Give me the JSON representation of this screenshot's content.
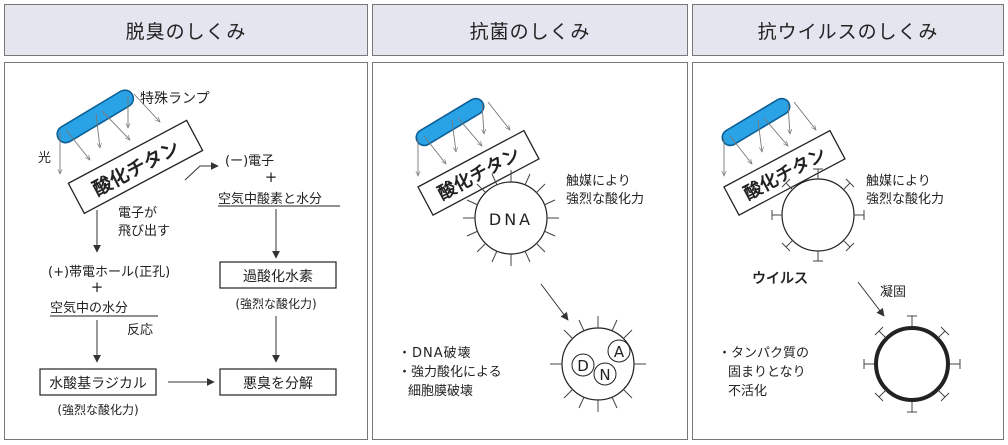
{
  "headers": [
    "脱臭のしくみ",
    "抗菌のしくみ",
    "抗ウイルスのしくみ"
  ],
  "deodor": {
    "lamp_label": "特殊ランプ",
    "light_label": "光",
    "tio2_label": "酸化チタン",
    "electron_label": "(ー)電子",
    "plus": "+",
    "air_o2_water": "空気中酸素と水分",
    "h2o2": "過酸化水素",
    "h2o2_note": "(強烈な酸化力)",
    "electron_out_1": "電子が",
    "electron_out_2": "飛び出す",
    "hole": "(+)帯電ホール(正孔)",
    "air_water": "空気中の水分",
    "reaction": "反応",
    "oh_radical": "水酸基ラジカル",
    "oh_note": "(強烈な酸化力)",
    "decompose": "悪臭を分解"
  },
  "antibac": {
    "tio2_label": "酸化チタン",
    "catalyst_1": "触媒により",
    "catalyst_2": "強烈な酸化力",
    "dna": "DNA",
    "letters": [
      "D",
      "N",
      "A"
    ],
    "result_1": "・DNA破壊",
    "result_2": "・強力酸化による",
    "result_3": "細胞膜破壊"
  },
  "antivirus": {
    "tio2_label": "酸化チタン",
    "catalyst_1": "触媒により",
    "catalyst_2": "強烈な酸化力",
    "virus": "ウイルス",
    "coag": "凝固",
    "result_1": "・タンパク質の",
    "result_2": "固まりとなり",
    "result_3": "不活化"
  },
  "colors": {
    "lamp": "#2aa3e6",
    "lamp_edge": "#0d5f95",
    "header_bg": "#e4e5ef"
  }
}
